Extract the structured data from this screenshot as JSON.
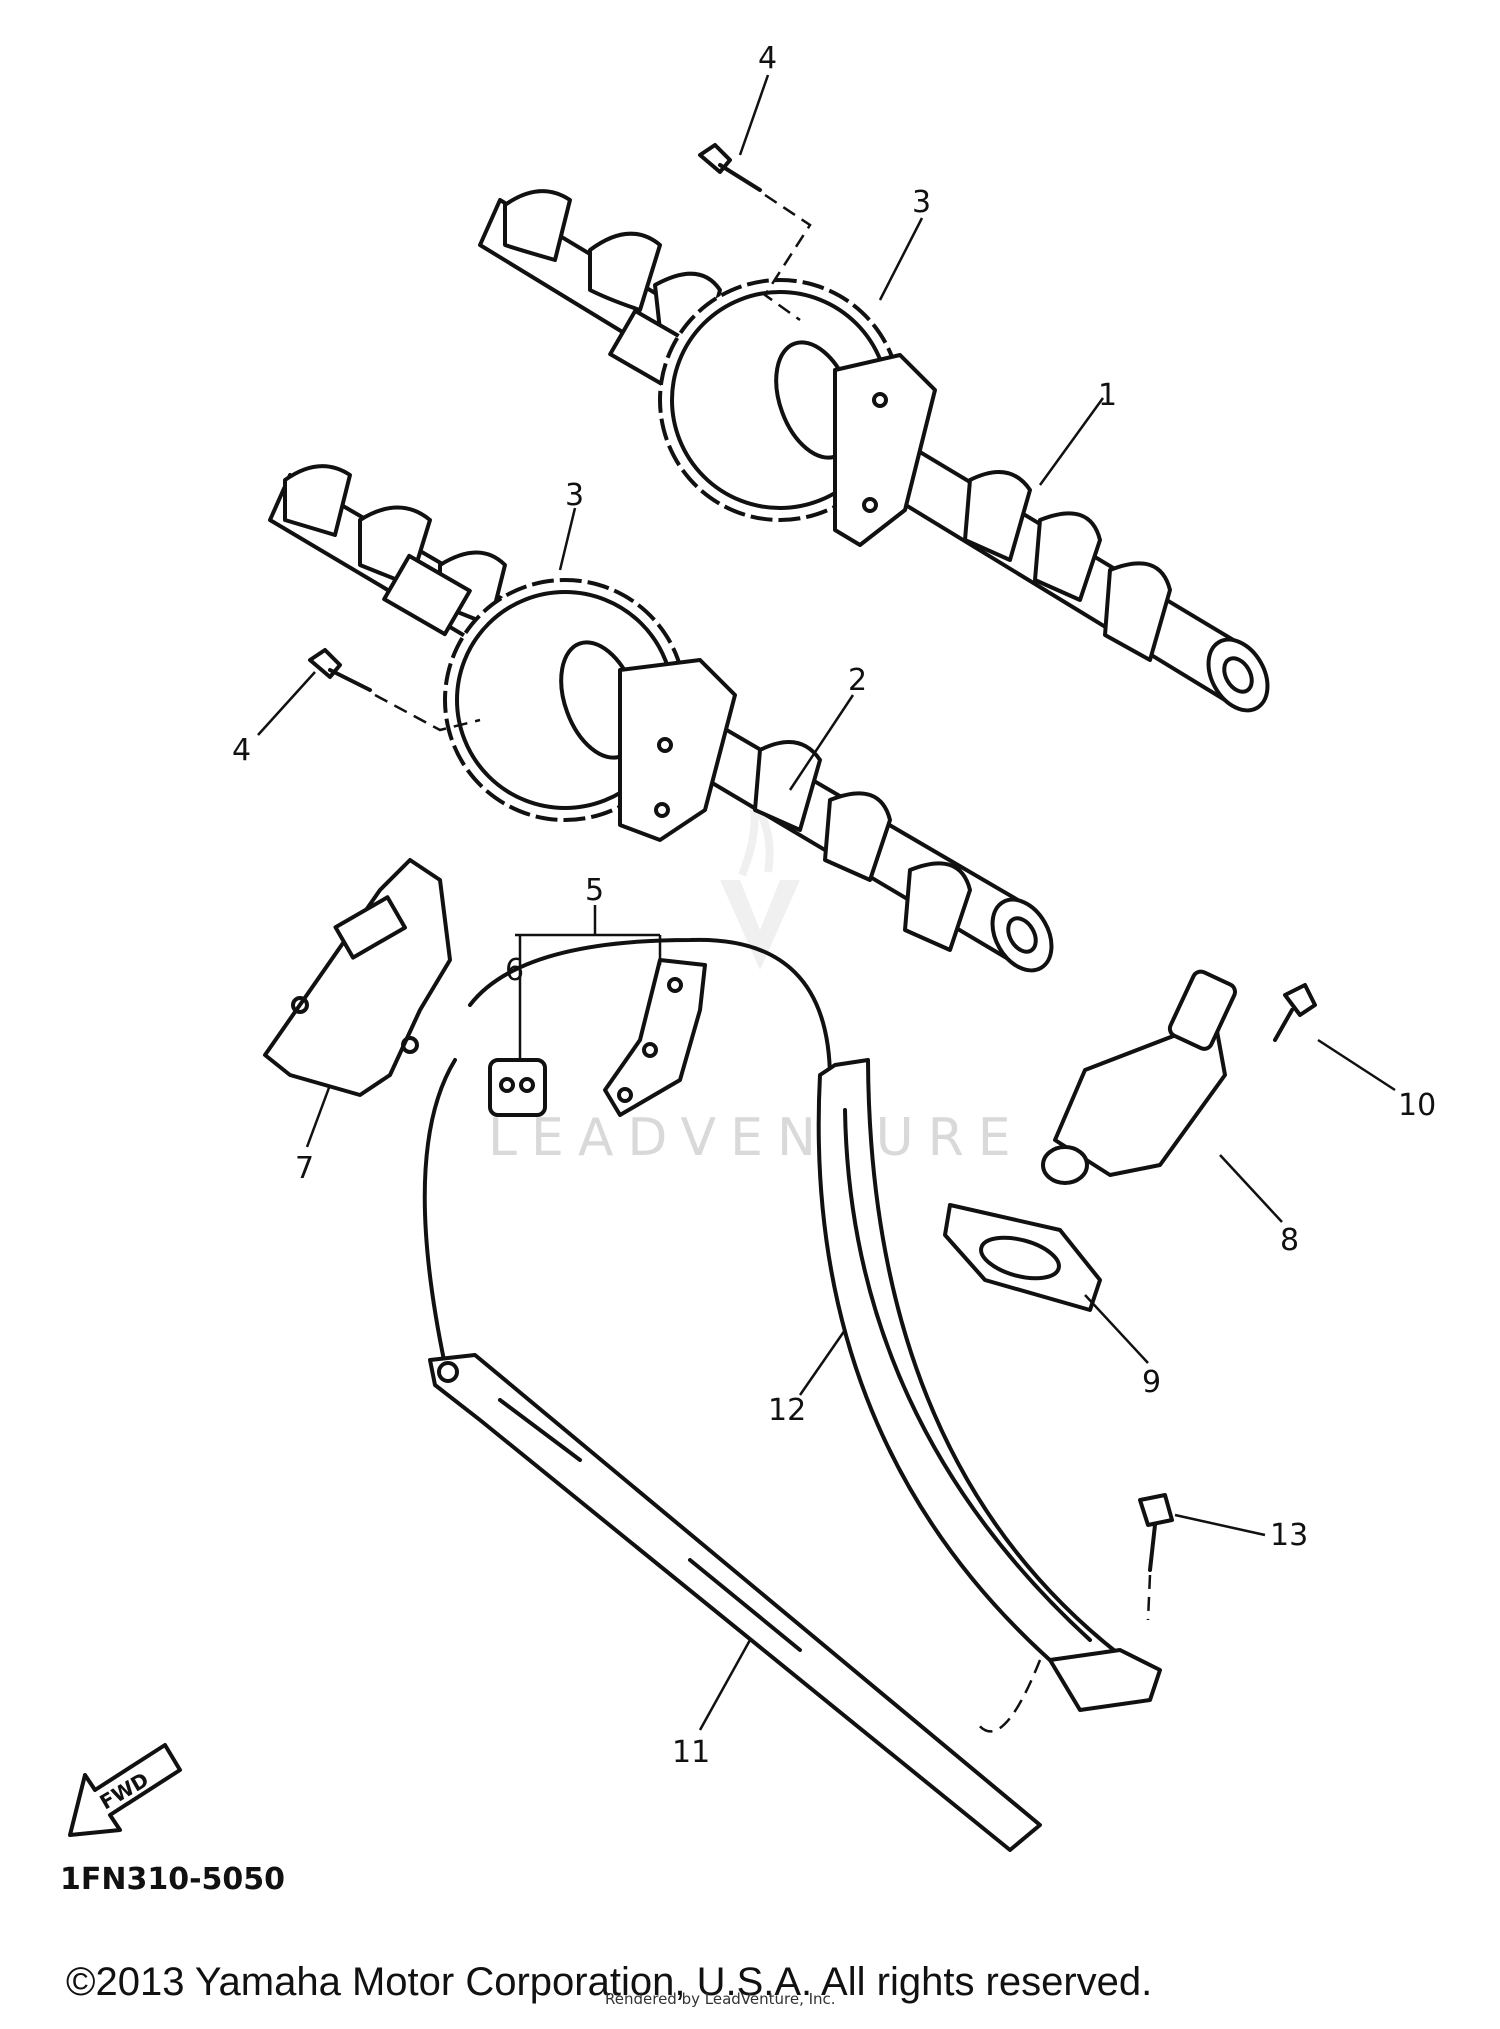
{
  "diagram": {
    "callouts": [
      {
        "id": "c4a",
        "label": "4"
      },
      {
        "id": "c3a",
        "label": "3"
      },
      {
        "id": "c1",
        "label": "1"
      },
      {
        "id": "c3b",
        "label": "3"
      },
      {
        "id": "c2",
        "label": "2"
      },
      {
        "id": "c4b",
        "label": "4"
      },
      {
        "id": "c5",
        "label": "5"
      },
      {
        "id": "c6",
        "label": "6"
      },
      {
        "id": "c7",
        "label": "7"
      },
      {
        "id": "c8",
        "label": "8"
      },
      {
        "id": "c9",
        "label": "9"
      },
      {
        "id": "c10",
        "label": "10"
      },
      {
        "id": "c11",
        "label": "11"
      },
      {
        "id": "c12",
        "label": "12"
      },
      {
        "id": "c13",
        "label": "13"
      }
    ],
    "fwd_label": "FWD",
    "watermark": "LEADVENTURE",
    "part_code": "1FN310-5050",
    "copyright": "©2013 Yamaha Motor Corporation, U.S.A. All rights reserved.",
    "rendered_by": "Rendered by LeadVenture, Inc."
  }
}
